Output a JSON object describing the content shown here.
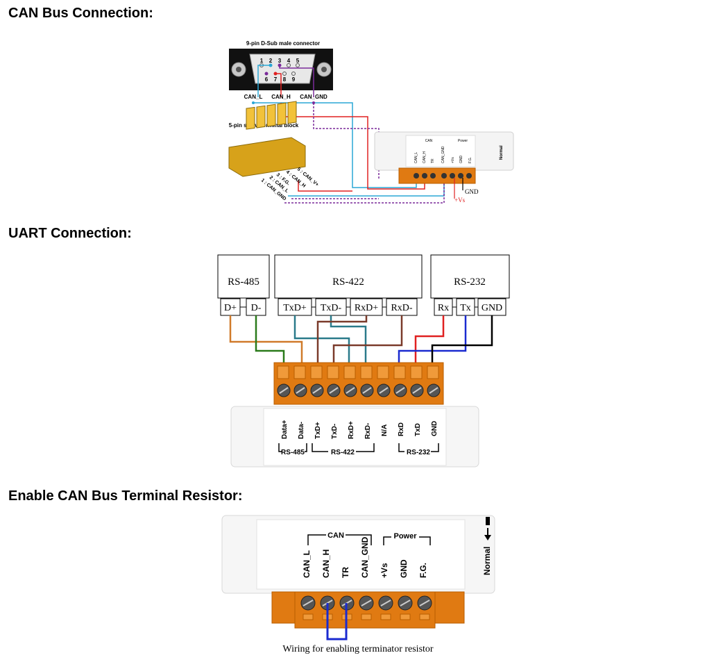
{
  "sections": {
    "can": {
      "title": "CAN Bus Connection:"
    },
    "uart": {
      "title": "UART Connection:"
    },
    "term": {
      "title": "Enable CAN Bus Terminal Resistor:"
    }
  },
  "can_diagram": {
    "dsub_title": "9-pin D-Sub male connector",
    "dsub_top_pins": [
      "1",
      "2",
      "3",
      "4",
      "5"
    ],
    "dsub_bottom_pins": [
      "6",
      "7",
      "8",
      "9"
    ],
    "dsub_labels": [
      "CAN_L",
      "CAN_H",
      "CAN_GND"
    ],
    "terminal_title": "5-pin screw terminal block",
    "terminal_pins": [
      "5 : CAN_V+",
      "4 : CAN_H",
      "3 : F.G.",
      "2 : CAN_L",
      "1 : CAN_GND"
    ],
    "module_can_label": "CAN",
    "module_power_label": "Power",
    "module_pins": [
      "CAN_L",
      "CAN_H",
      "TR",
      "CAN_GND",
      "+Vs",
      "GND",
      "F.G."
    ],
    "switch_label": "Normal",
    "gnd_label": "GND",
    "vs_label": "+Vs"
  },
  "uart_diagram": {
    "groups": [
      {
        "name": "RS-485",
        "pins": [
          "D+",
          "D-"
        ]
      },
      {
        "name": "RS-422",
        "pins": [
          "TxD+",
          "TxD-",
          "RxD+",
          "RxD-"
        ]
      },
      {
        "name": "RS-232",
        "pins": [
          "Rx",
          "Tx",
          "GND"
        ]
      }
    ],
    "module_pins": [
      "Data+",
      "Data-",
      "TxD+",
      "TxD-",
      "RxD+",
      "RxD-",
      "N/A",
      "RxD",
      "TxD",
      "GND"
    ],
    "module_groups": [
      "RS-485",
      "RS-422",
      "RS-232"
    ]
  },
  "term_diagram": {
    "can_label": "CAN",
    "power_label": "Power",
    "pins": [
      "CAN_L",
      "CAN_H",
      "TR",
      "CAN_GND",
      "+Vs",
      "GND",
      "F.G."
    ],
    "switch_label": "Normal",
    "caption": "Wiring for enabling terminator resistor"
  },
  "colors": {
    "orange": "#e07a12",
    "orange_dark": "#b85d00",
    "can_l": "#2aa7d6",
    "can_h": "#e02020",
    "can_gnd": "#7a2a9a",
    "rs485_dp": "#d07a2a",
    "rs485_dm": "#2a7a1a",
    "rs422_teal": "#2a7a8a",
    "rs422_brown": "#7a3a2a",
    "rs232_red": "#e02020",
    "rs232_blue": "#1a2ad0",
    "rs232_black": "#000000",
    "resistor_blue": "#1a2ad0"
  }
}
